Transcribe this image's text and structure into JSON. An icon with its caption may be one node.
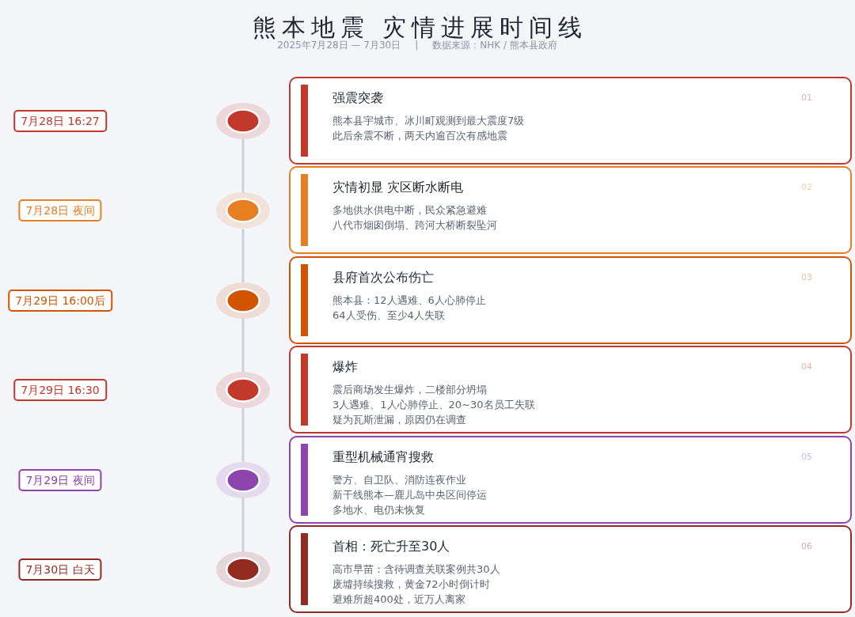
{
  "diagram": {
    "title": "熊本地震 灾情进展时间线",
    "nodes": [
      {
        "text": [
          "7月28日 16:27"
        ]
      },
      {
        "text": [],
        "shape": "circle"
      },
      {
        "text": [
          "强震突袭",
          "01",
          "熊本县宇城市、冰川町观测到最大震度7级",
          "此后余震不断，两天内逾百次有感地震"
        ]
      },
      {
        "text": [
          "7月28日 夜间"
        ]
      },
      {
        "text": [],
        "shape": "circle"
      },
      {
        "text": [
          "灾情初显 灾区断水断电",
          "02",
          "多地供水供电中断，民众紧急避难",
          "八代市烟囱倒塌、跨河大桥断裂坠河"
        ]
      },
      {
        "text": [
          "7月29日 16:00后"
        ]
      },
      {
        "text": [],
        "shape": "circle"
      },
      {
        "text": [
          "县府首次公布伤亡",
          "03",
          "熊本县：12人遇难、6人心肺停止",
          "64人受伤、至少4人失联"
        ]
      },
      {
        "text": [
          "7月29日 16:30"
        ]
      },
      {
        "text": [],
        "shape": "circle"
      },
      {
        "text": [
          "爆炸",
          "04",
          "震后商场发生爆炸，二楼部分坍塌",
          "3人遇难、1人心肺停止、20~30名员工失联",
          "疑为瓦斯泄漏，原因仍在调查"
        ]
      },
      {
        "text": [
          "7月29日 夜间"
        ]
      },
      {
        "text": [],
        "shape": "circle"
      },
      {
        "text": [
          "重型机械通宵搜救",
          "05",
          "警方、自卫队、消防连夜作业",
          "新干线熊本—鹿儿岛中央区间停运",
          "多地水、电仍未恢复"
        ]
      },
      {
        "text": [
          "7月30日 白天"
        ]
      },
      {
        "text": [],
        "shape": "circle"
      },
      {
        "text": [
          "首相：死亡升至30人",
          "06",
          "高市早苗：含待调查关联案例共30人",
          "废墟持续搜救，黄金72小时倒计时",
          "避难所超400处，近万人离家"
        ]
      }
    ],
    "edges": [
      {
        "from": 1,
        "to": 4,
        "arrow": "none"
      },
      {
        "from": 4,
        "to": 7,
        "arrow": "none"
      },
      {
        "from": 7,
        "to": 10,
        "arrow": "none"
      },
      {
        "from": 10,
        "to": 13,
        "arrow": "none"
      },
      {
        "from": 13,
        "to": 16,
        "arrow": "none"
      }
    ],
    "labels": [
      "2025年7月28日 — 7月30日",
      "|",
      "数据来源：NHK / 熊本县政府"
    ]
  }
}
